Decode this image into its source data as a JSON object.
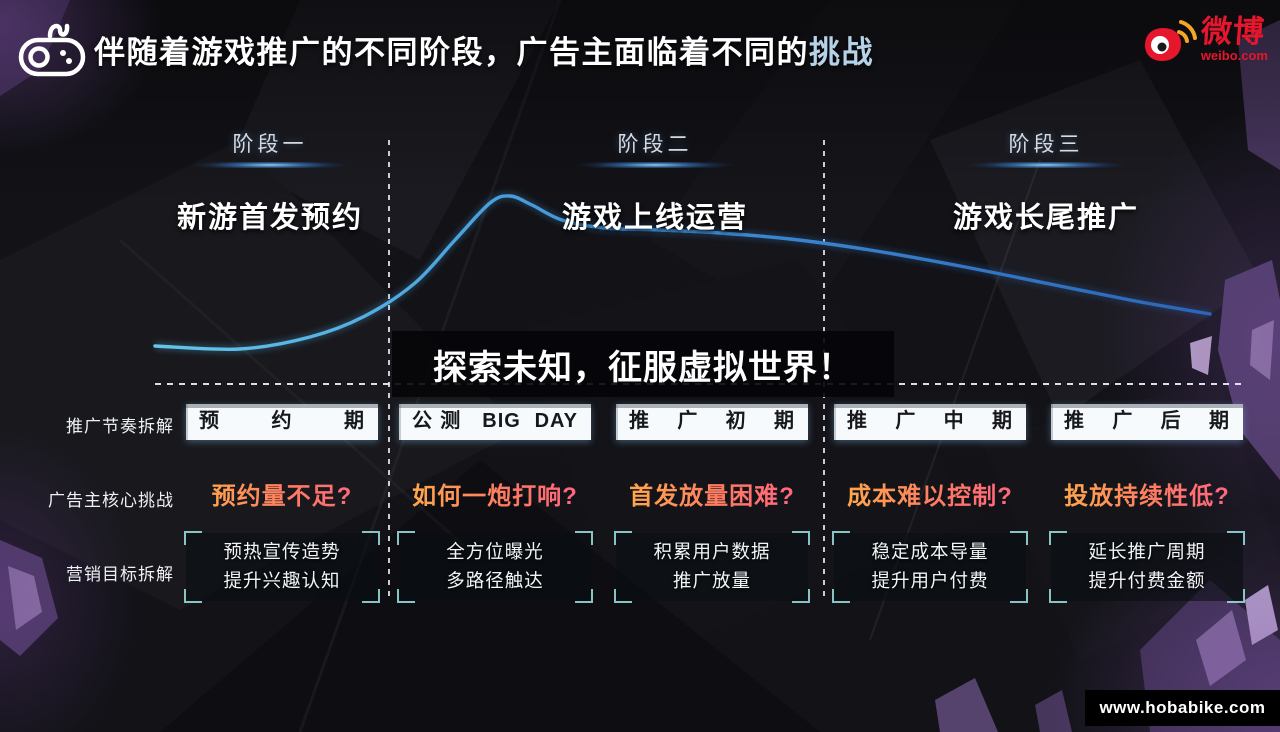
{
  "header": {
    "title_main": "伴随着游戏推广的不同阶段，广告主面临着不同的",
    "title_accent": "挑战",
    "icon": "game-controller-icon",
    "logo": {
      "icon": "weibo-eye-icon",
      "cn": "微博",
      "en": "weibo.com"
    }
  },
  "stages": [
    {
      "badge": "阶段一",
      "title": "新游首发预约"
    },
    {
      "badge": "阶段二",
      "title": "游戏上线运营"
    },
    {
      "badge": "阶段三",
      "title": "游戏长尾推广"
    }
  ],
  "overlay": {
    "text": "探索未知，征服虚拟世界！"
  },
  "row_labels": {
    "pace": "推广节奏拆解",
    "challenge": "广告主核心挑战",
    "goal": "营销目标拆解"
  },
  "columns": [
    {
      "period": "预约期",
      "challenge": "预约量不足?",
      "goal1": "预热宣传造势",
      "goal2": "提升兴趣认知"
    },
    {
      "period": "公测 BIG DAY",
      "challenge": "如何一炮打响?",
      "goal1": "全方位曝光",
      "goal2": "多路径触达"
    },
    {
      "period": "推广初期",
      "challenge": "首发放量困难?",
      "goal1": "积累用户数据",
      "goal2": "推广放量"
    },
    {
      "period": "推广中期",
      "challenge": "成本难以控制?",
      "goal1": "稳定成本导量",
      "goal2": "提升用户付费"
    },
    {
      "period": "推广后期",
      "challenge": "投放持续性低?",
      "goal1": "延长推广周期",
      "goal2": "提升付费金额"
    }
  ],
  "watermark": "www.hobabike.com",
  "colors": {
    "curve_start": "#63c6ea",
    "curve_mid": "#3f8fd6",
    "curve_end": "#2b66b8",
    "challenge_gradient_start": "#ffb347",
    "challenge_gradient_end": "#ff5f8a",
    "corner_bracket": "#96d8d8",
    "weibo_red": "#e6162d",
    "title_accent": "#b5d2e8"
  },
  "curve": {
    "points": [
      [
        155,
        346
      ],
      [
        240,
        349
      ],
      [
        310,
        337
      ],
      [
        365,
        316
      ],
      [
        415,
        283
      ],
      [
        455,
        240
      ],
      [
        490,
        203
      ],
      [
        510,
        196
      ],
      [
        532,
        205
      ],
      [
        562,
        220
      ],
      [
        605,
        228
      ],
      [
        660,
        230
      ],
      [
        720,
        233
      ],
      [
        790,
        239
      ],
      [
        870,
        250
      ],
      [
        960,
        266
      ],
      [
        1050,
        284
      ],
      [
        1130,
        300
      ],
      [
        1175,
        308
      ],
      [
        1210,
        314
      ]
    ]
  }
}
